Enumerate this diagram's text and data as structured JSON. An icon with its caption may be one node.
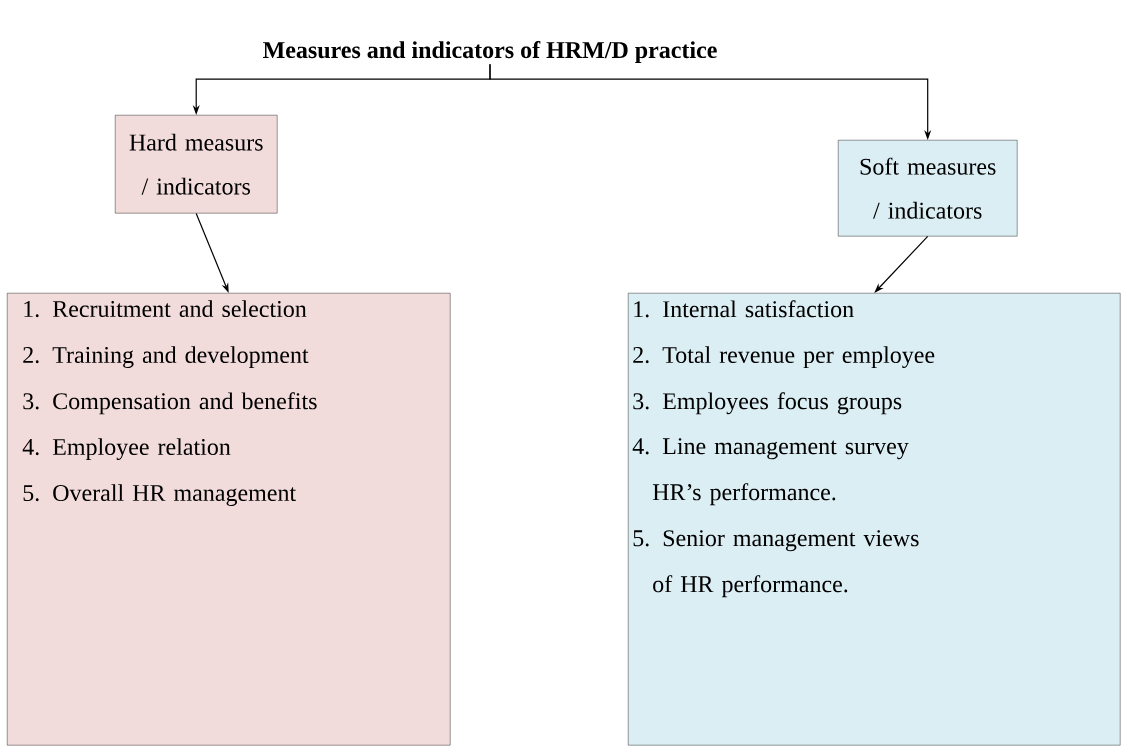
{
  "diagram": {
    "nodes": [
      {
        "text": [
          "Measures and indicators of HRM/D practice"
        ]
      },
      {
        "text": [
          "Hard measurs / indicators"
        ]
      },
      {
        "text": [
          "Soft measures / indicators"
        ]
      },
      {
        "text": [
          "1. Recruitment and selection",
          "2. Training and development",
          "3. Compensation and benefits",
          "4. Employee relation",
          "5. Overall HR management"
        ]
      },
      {
        "text": [
          "1. Internal satisfaction",
          "2. Total revenue per employee",
          "3. Employees focus groups",
          "4. Line management survey HR’s performance.",
          "5. Senior management views of HR performance."
        ]
      }
    ],
    "edges": [
      {
        "from": 0,
        "to": 1,
        "arrow": "to"
      },
      {
        "from": 0,
        "to": 2,
        "arrow": "to"
      },
      {
        "from": 1,
        "to": 3,
        "arrow": "to"
      },
      {
        "from": 2,
        "to": 4,
        "arrow": "to"
      }
    ]
  }
}
